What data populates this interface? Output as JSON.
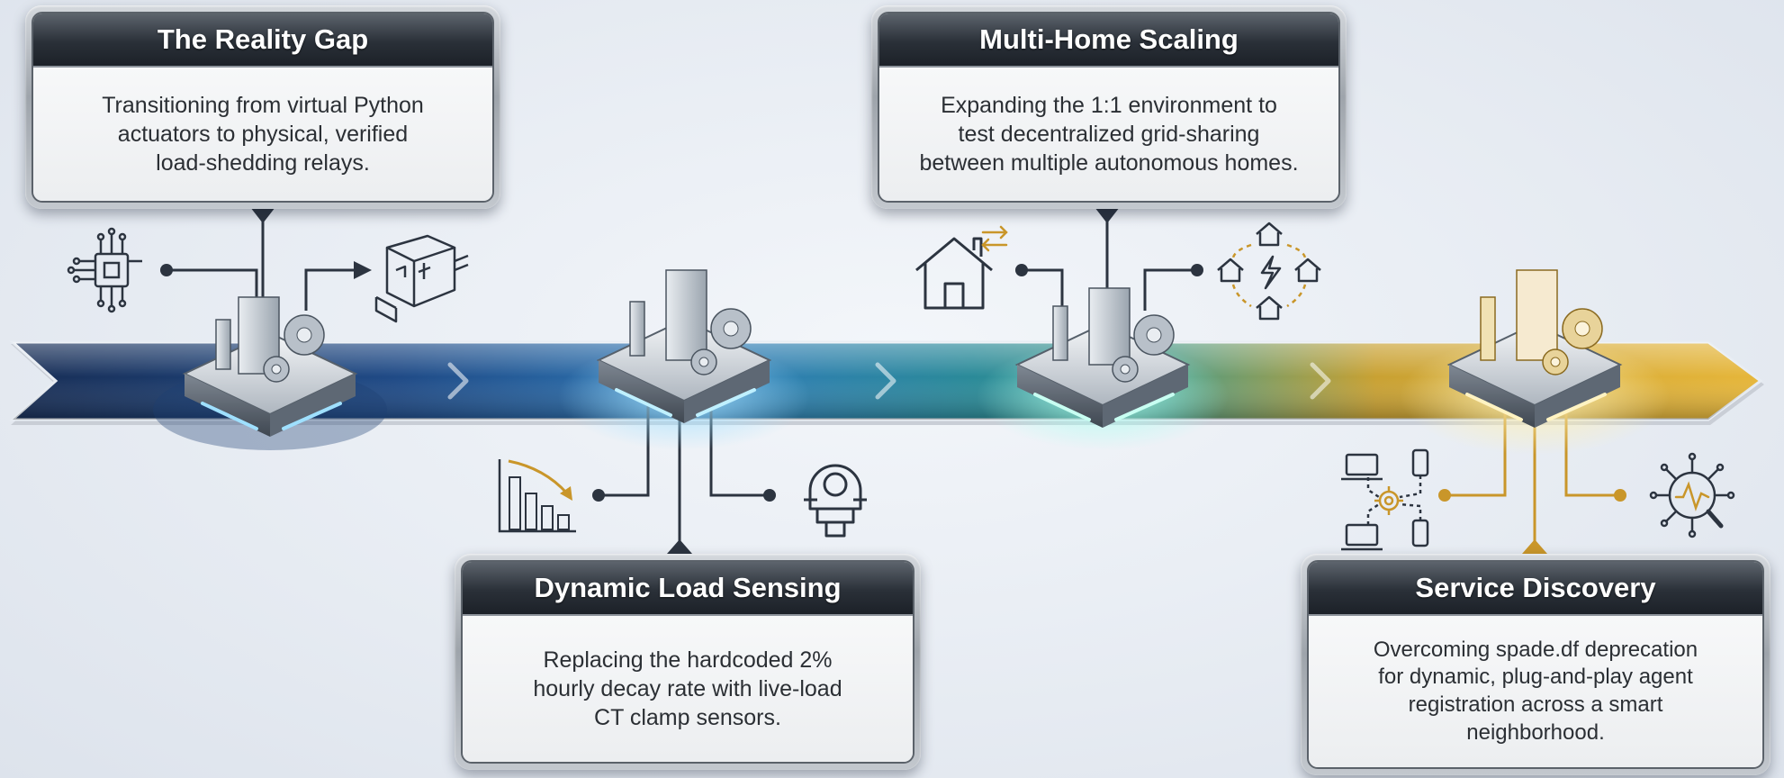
{
  "cards": [
    {
      "title": "The Reality Gap",
      "lines": [
        "Transitioning from virtual Python",
        "actuators to physical, verified",
        "load-shedding relays."
      ]
    },
    {
      "title": "Dynamic Load Sensing",
      "lines": [
        "Replacing the hardcoded 2%",
        "hourly decay rate with live-load",
        "CT clamp sensors."
      ]
    },
    {
      "title": "Multi-Home Scaling",
      "lines": [
        "Expanding the 1:1 environment to",
        "test decentralized grid-sharing",
        "between multiple autonomous homes."
      ]
    },
    {
      "title": "Service Discovery",
      "lines": [
        "Overcoming spade.df deprecation",
        "for dynamic, plug-and-play agent",
        "registration across a smart",
        "neighborhood."
      ]
    }
  ],
  "icons": [
    "microchip-icon",
    "relay-icon",
    "bar-chart-decline-icon",
    "ct-clamp-icon",
    "house-icon",
    "transfer-arrows-icon",
    "home-network-icon",
    "device-network-icon",
    "waveform-magnifier-icon",
    "server-gear-icon"
  ],
  "colors": {
    "stage1": "#1c3f73",
    "stage2": "#2f76b3",
    "stage3": "#2f8a8a",
    "stage4": "#d9a22a",
    "glow_blue": "#7fd0ff",
    "glow_teal": "#8ff0e0",
    "glow_gold": "#ffe9a0",
    "line": "#2c3440",
    "gold_line": "#c9962a"
  }
}
